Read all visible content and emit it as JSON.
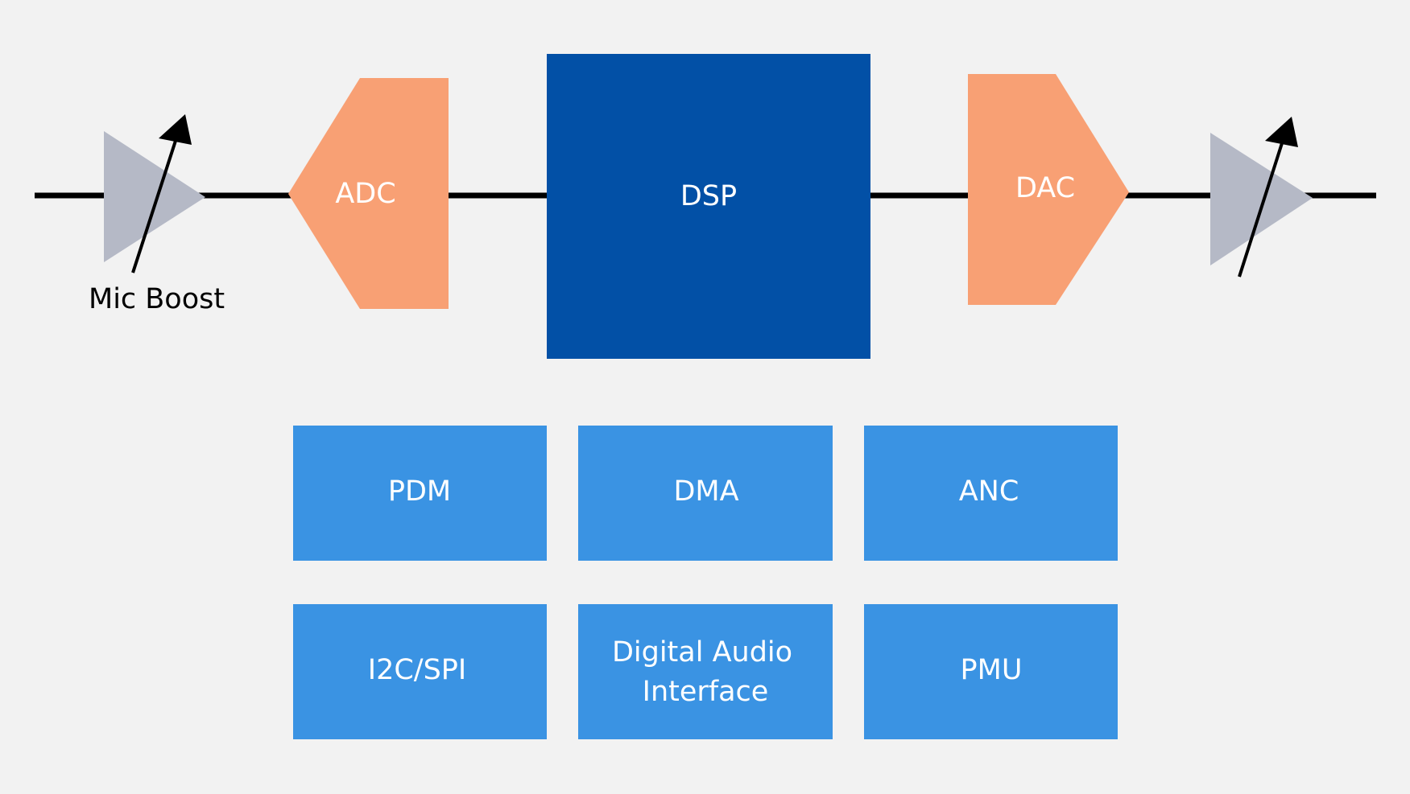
{
  "colors": {
    "background": "#f2f2f2",
    "signal_line": "#000000",
    "amplifier": "#b5b9c6",
    "converter": "#f8a074",
    "dsp": "#0250a6",
    "peripheral": "#3a93e3",
    "label_light": "#ffffff",
    "label_dark": "#000000"
  },
  "signal_chain": {
    "mic_boost_label": "Mic Boost",
    "adc_label": "ADC",
    "dsp_label": "DSP",
    "dac_label": "DAC"
  },
  "peripherals": {
    "row1": [
      "PDM",
      "DMA",
      "ANC"
    ],
    "row2_col1": "I2C/SPI",
    "row2_col2_line1": "Digital Audio",
    "row2_col2_line2": "Interface",
    "row2_col3": "PMU"
  }
}
